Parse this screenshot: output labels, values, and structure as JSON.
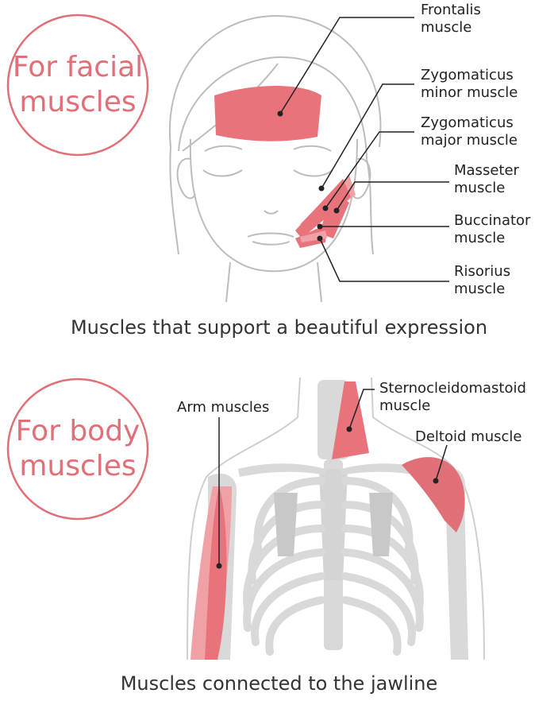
{
  "facial": {
    "badge_line1": "For facial",
    "badge_line2": "muscles",
    "labels": {
      "frontalis_1": "Frontalis",
      "frontalis_2": "muscle",
      "zminor_1": "Zygomaticus",
      "zminor_2": "minor muscle",
      "zmajor_1": "Zygomaticus",
      "zmajor_2": "major muscle",
      "masseter_1": "Masseter",
      "masseter_2": "muscle",
      "buccinator_1": "Buccinator",
      "buccinator_2": "muscle",
      "risorius_1": "Risorius",
      "risorius_2": "muscle"
    },
    "caption": "Muscles that support a beautiful expression"
  },
  "body": {
    "badge_line1": "For body",
    "badge_line2": "muscles",
    "labels": {
      "arm": "Arm muscles",
      "scm_1": "Sternocleidomastoid",
      "scm_2": "muscle",
      "deltoid": "Deltoid muscle"
    },
    "caption": "Muscles connected to the jawline"
  },
  "colors": {
    "accent": "#e16f78",
    "muscle": "#e9737b",
    "bone": "#d9d9d9",
    "outline": "#bdbdbd",
    "leader": "#222222"
  }
}
